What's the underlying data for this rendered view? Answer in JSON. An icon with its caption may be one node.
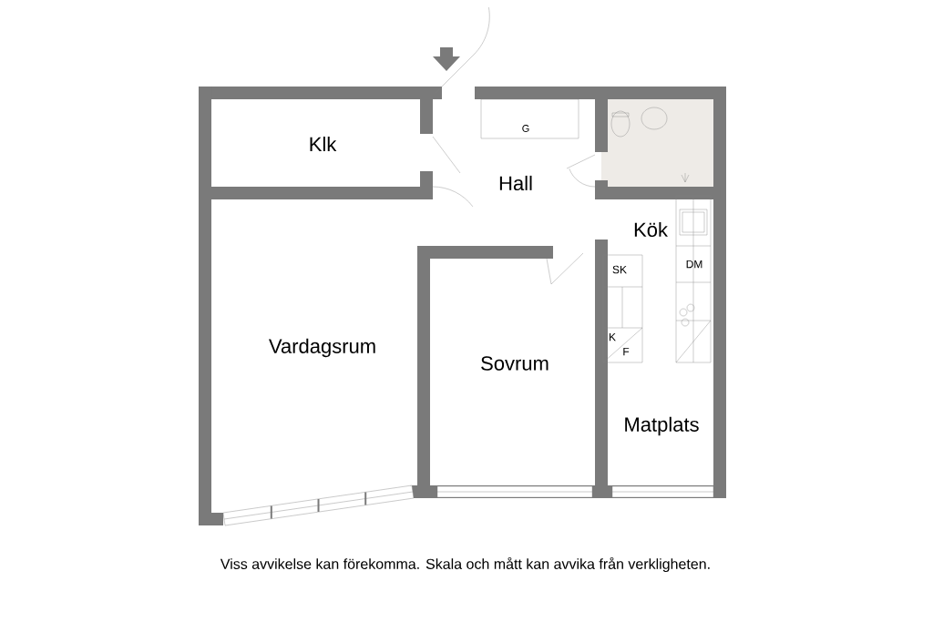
{
  "diagram": {
    "caption": "Viss avvikelse kan förekomma. Skala och mått kan avvika från verkligheten.",
    "labels": [
      "Klk",
      "G",
      "Hall",
      "Kök",
      "DM",
      "SK",
      "Vardagsrum",
      "Sovrum",
      "K",
      "F",
      "Matplats"
    ]
  }
}
